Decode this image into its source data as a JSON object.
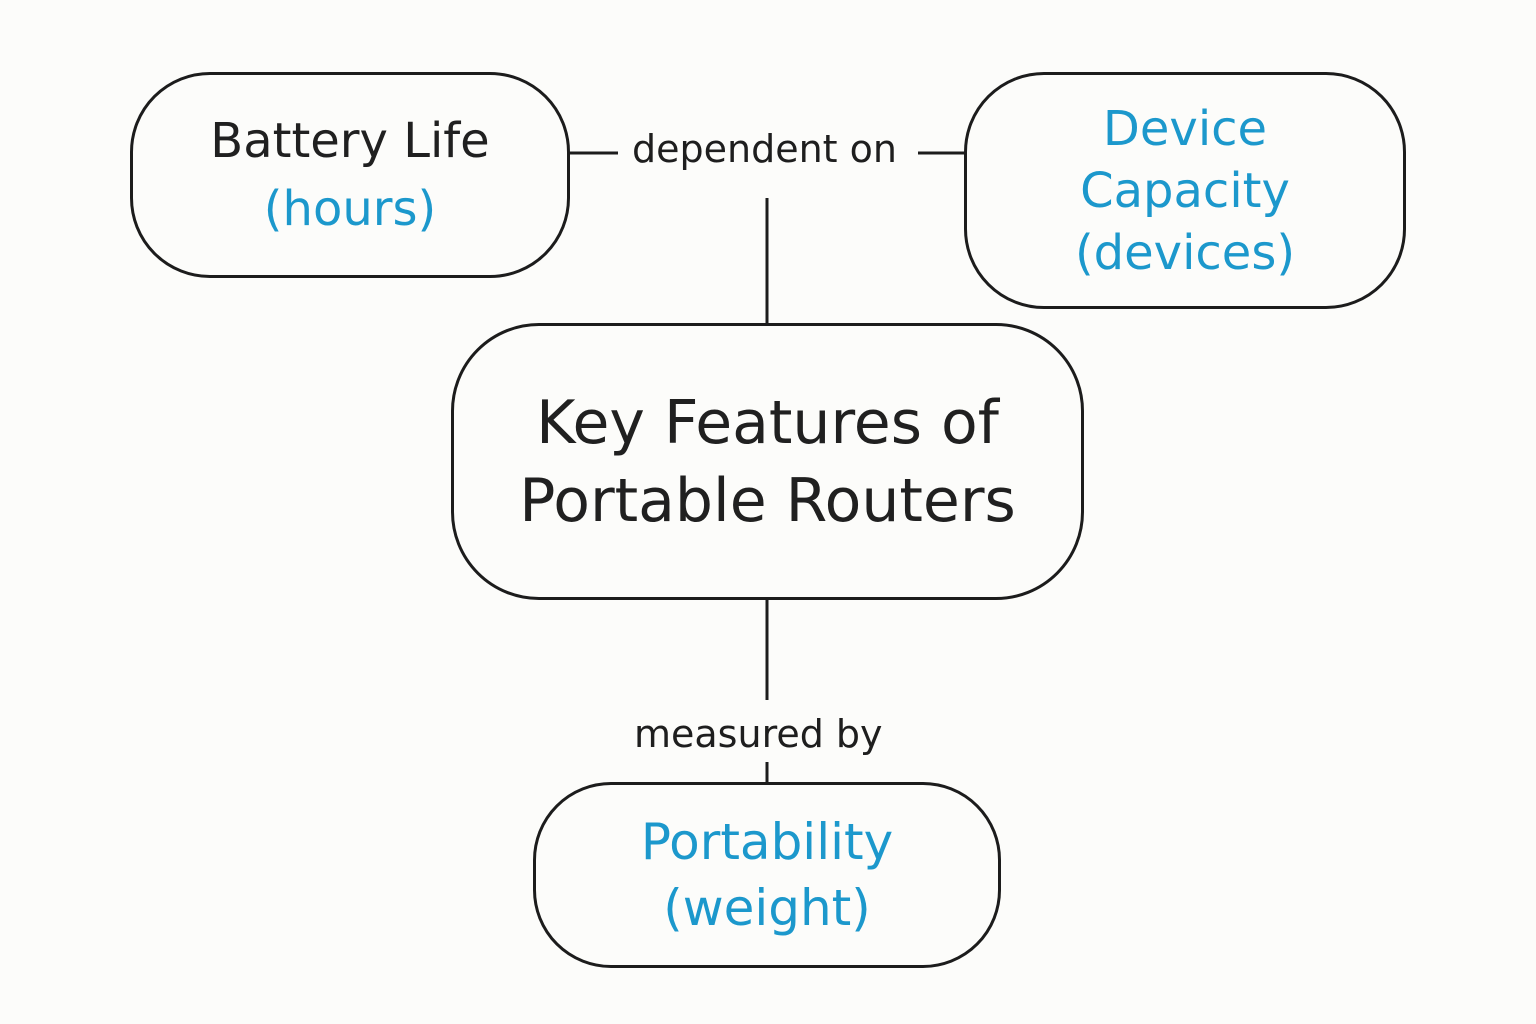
{
  "diagram": {
    "center": {
      "line1": "Key Features of",
      "line2": "Portable Routers"
    },
    "battery": {
      "title": "Battery Life",
      "unit": "(hours)"
    },
    "device": {
      "title_line1": "Device",
      "title_line2": "Capacity",
      "unit": "(devices)"
    },
    "portability": {
      "title": "Portability",
      "unit": "(weight)"
    },
    "edges": {
      "dependent_on": "dependent on",
      "measured_by": "measured by"
    },
    "colors": {
      "accent": "#1c98cc",
      "text": "#202020",
      "stroke": "#1c1c1c",
      "background": "#fcfcfa"
    }
  }
}
